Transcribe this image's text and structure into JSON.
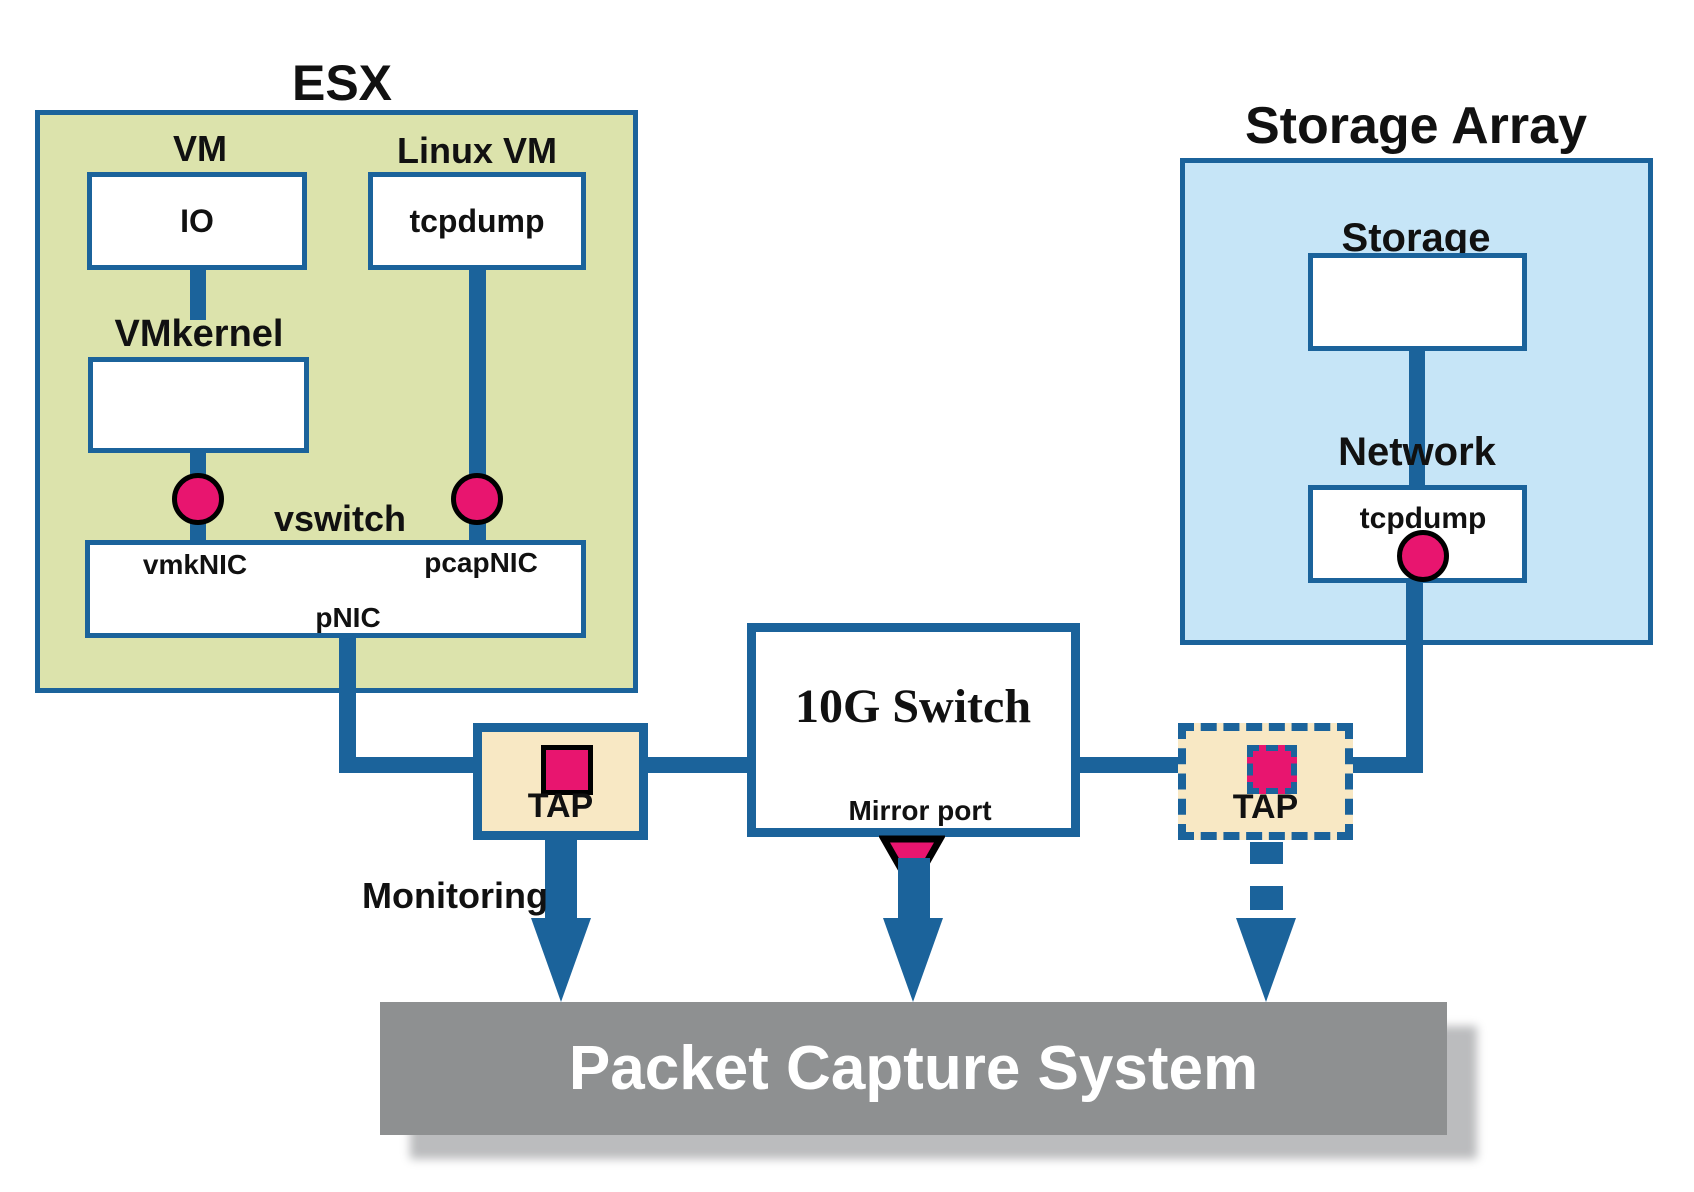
{
  "colors": {
    "blue": "#1b639b",
    "green": "#dce3ac",
    "light_blue": "#c6e5f7",
    "cream": "#f8e8c4",
    "pink": "#e8156f",
    "gray": "#8e9091",
    "shadow": "#bbbcbe",
    "ink": "#111111"
  },
  "esx": {
    "title": "ESX",
    "vm_label": "VM",
    "vm_app": "IO",
    "linux_vm_label": "Linux VM",
    "linux_vm_app": "tcpdump",
    "vmkernel_label": "VMkernel",
    "vswitch_label": "vswitch",
    "nic_labels": {
      "vmknic": "vmkNIC",
      "pcapnic": "pcapNIC",
      "pnic": "pNIC"
    }
  },
  "storage_array": {
    "title": "Storage Array",
    "storage_label": "Storage",
    "network_label": "Network",
    "network_app": "tcpdump"
  },
  "switch": {
    "title": "10G Switch",
    "mirror_port_label": "Mirror port"
  },
  "taps": {
    "left_label": "TAP",
    "right_label": "TAP"
  },
  "monitoring_label": "Monitoring",
  "capture_system": {
    "title": "Packet Capture System"
  }
}
